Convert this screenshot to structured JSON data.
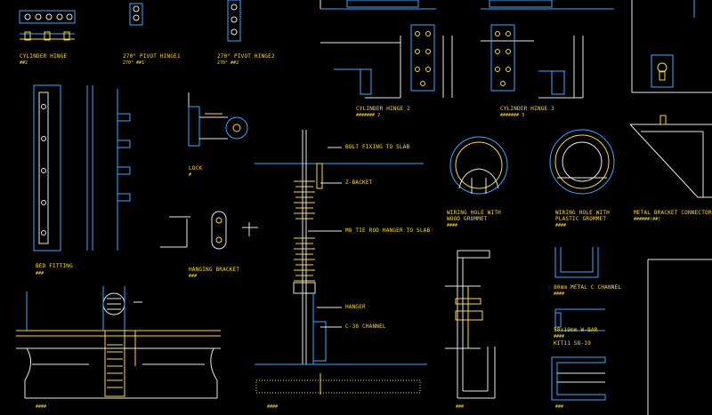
{
  "labels": {
    "cylinder_hinge": "CYLINDER HINGE",
    "cylinder_hinge_sub": "##2",
    "pivot_hinge_1": "270° PIVOT HINGE1",
    "pivot_hinge_1_sub": "270° ##1",
    "pivot_hinge_2": "270° PIVOT HINGE2",
    "pivot_hinge_2_sub": "270° ##2",
    "cylinder_hinge_2": "CYLINDER HINGE 2",
    "cylinder_hinge_2_sub": "####### 2",
    "cylinder_hinge_3": "CYLINDER HINGE 3",
    "cylinder_hinge_3_sub": "####### 3",
    "lock": "LOCK",
    "lock_sub": "#",
    "bolt_fixing": "BOLT FIXING TO SLAB",
    "z_backet": "Z-BACKET",
    "tie_rod": "M8 TIE ROD HANGER TO SLAB",
    "hanger": "HANGER",
    "c38_channel": "C-38 CHANNEL",
    "bed_fitting": "BED FITTING",
    "bed_fitting_sub": "###",
    "hanging_bracket": "HANGING BRACKET",
    "hanging_bracket_sub": "###",
    "wiring_wood_1": "WIRING HOLE WITH",
    "wiring_wood_2": "WOOD GROMMET",
    "wiring_wood_sub": "####",
    "wiring_plastic_1": "WIRING HOLE WITH",
    "wiring_plastic_2": "PLASTIC GROMMET",
    "wiring_plastic_sub": "####",
    "metal_bracket": "METAL BRACKET CONNECTOR",
    "metal_bracket_sub": "######(##)",
    "metal_c_channel": "80mm METAL C CHANNEL",
    "metal_c_channel_sub": "####",
    "w_bar_1": "50x19mm W-BAR",
    "w_bar_2": "####",
    "w_bar_3": "KIT11 S8-19",
    "bottom_1": "####",
    "bottom_2": "####",
    "bottom_3": "###",
    "bottom_4": "###"
  },
  "colors": {
    "line_blue": "#3fa8ff",
    "line_yellow": "#ffd93a",
    "line_white": "#e8e8e8",
    "line_grey": "#9a9a9a",
    "background": "#000000"
  }
}
